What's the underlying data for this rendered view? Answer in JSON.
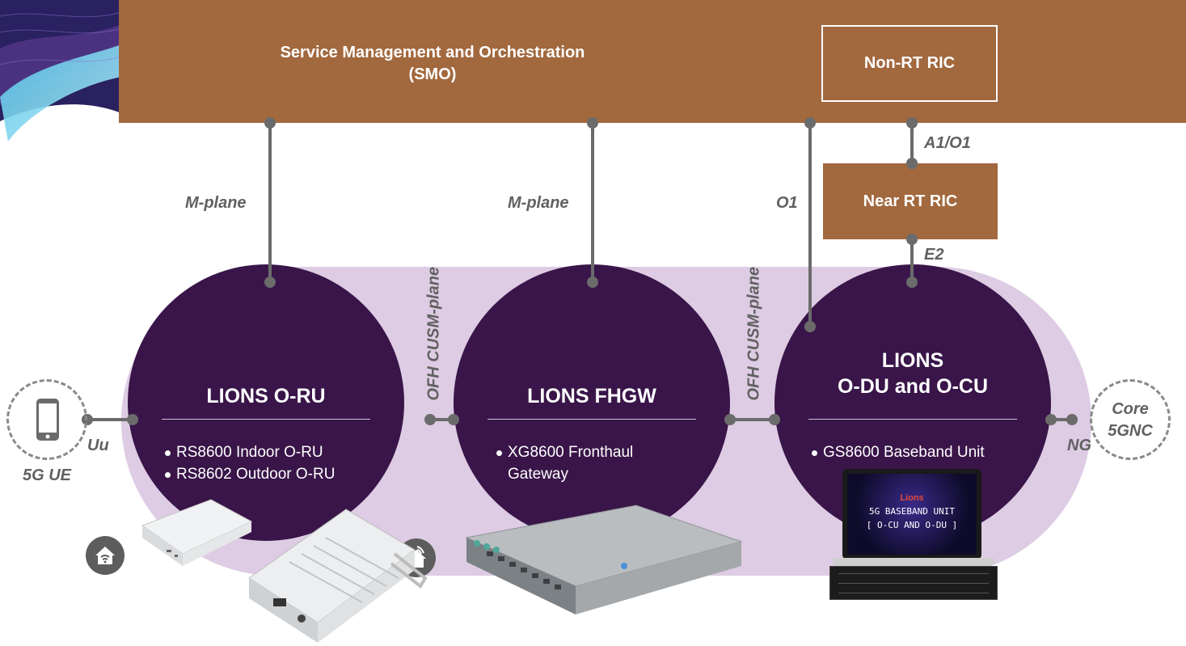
{
  "smo": {
    "title_line1": "Service Management and Orchestration",
    "title_line2": "(SMO)"
  },
  "non_rt_ric": {
    "label": "Non-RT RIC"
  },
  "near_rt_ric": {
    "label": "Near RT RIC"
  },
  "interfaces": {
    "m_plane_oru": "M-plane",
    "m_plane_fhgw": "M-plane",
    "o1": "O1",
    "a1_o1": "A1/O1",
    "e2": "E2",
    "ofh_1": "OFH CUSM-plane",
    "ofh_2": "OFH CUSM-plane",
    "uu": "Uu",
    "ng": "NG"
  },
  "endpoints": {
    "ue_label": "5G UE",
    "core_line1": "Core",
    "core_line2": "5GNC"
  },
  "nodes": {
    "oru": {
      "title": "LIONS O-RU",
      "items": [
        "RS8600 Indoor O-RU",
        "RS8602 Outdoor O-RU"
      ]
    },
    "fhgw": {
      "title": "LIONS FHGW",
      "items": [
        "XG8600 Fronthaul Gateway"
      ]
    },
    "odu": {
      "title_line1": "LIONS",
      "title_line2": "O-DU and O-CU",
      "items": [
        "GS8600 Baseband Unit"
      ]
    }
  },
  "baseband_screen": {
    "brand": "Lions",
    "line1": "5G BASEBAND UNIT",
    "line2": "[ O-CU AND O-DU ]"
  },
  "colors": {
    "smo_brown": "#a2683e",
    "node_purple": "#391549",
    "band_lavender": "#ddcce3",
    "connector_gray": "#6b6b6b",
    "label_gray": "#616161"
  },
  "icons": [
    "phone-icon",
    "home-wifi-icon",
    "home-wifi-icon"
  ]
}
